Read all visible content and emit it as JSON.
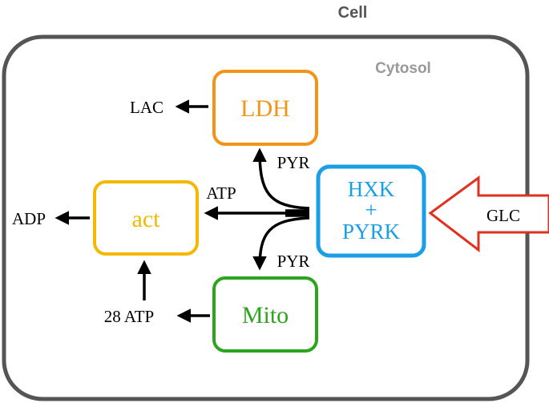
{
  "title": "Cell",
  "compartment": "Cytosol",
  "nodes": {
    "ldh": {
      "label": "LDH",
      "color": "#F39419"
    },
    "act": {
      "label": "act",
      "color": "#F5B800"
    },
    "mito": {
      "label": "Mito",
      "color": "#2BA51C"
    },
    "hxk": {
      "label_line1": "HXK",
      "label_line2": "+",
      "label_line3": "PYRK",
      "color": "#1A9FE6"
    }
  },
  "input": {
    "label": "GLC",
    "color": "#E0301E"
  },
  "metabolites": {
    "lac": "LAC",
    "adp": "ADP",
    "atp": "ATP",
    "atp28": "28 ATP",
    "pyr_top": "PYR",
    "pyr_bottom": "PYR"
  },
  "colors": {
    "cell_border": "#555555",
    "cytosol_label": "#999999",
    "arrow": "#000000"
  }
}
